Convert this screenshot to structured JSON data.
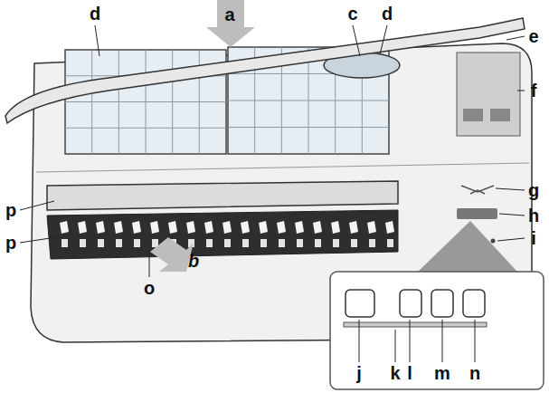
{
  "diagram": {
    "labels": [
      "a",
      "d",
      "c",
      "d",
      "e",
      "f",
      "g",
      "p",
      "h",
      "p",
      "i",
      "b",
      "o",
      "j",
      "k",
      "l",
      "m",
      "n"
    ]
  }
}
